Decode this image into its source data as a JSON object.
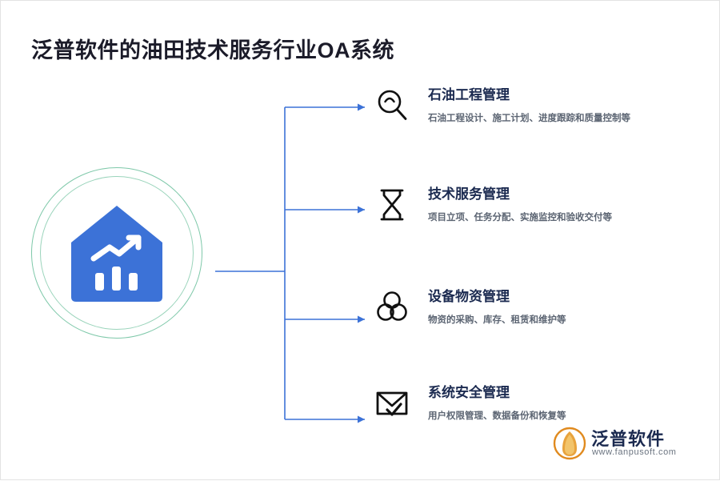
{
  "page": {
    "title": "泛普软件的油田技术服务行业OA系统",
    "accent_blue": "#3c72d7",
    "ring_green": "#7ec8a9",
    "heading_color": "#1b2a50",
    "desc_color": "#5b6472"
  },
  "center": {
    "icon_name": "house-chart-icon",
    "ring_outer_name": "outer-ring",
    "ring_inner_name": "inner-ring"
  },
  "items": [
    {
      "icon": "magnifier-icon",
      "heading": "石油工程管理",
      "desc": "石油工程设计、施工计划、进度跟踪和质量控制等"
    },
    {
      "icon": "hourglass-icon",
      "heading": "技术服务管理",
      "desc": "项目立项、任务分配、实施监控和验收交付等"
    },
    {
      "icon": "three-circles-icon",
      "heading": "设备物资管理",
      "desc": "物资的采购、库存、租赁和维护等"
    },
    {
      "icon": "mail-check-icon",
      "heading": "系统安全管理",
      "desc": "用户权限管理、数据备份和恢复等"
    }
  ],
  "brand": {
    "mark": "fanpu-logo-icon",
    "name": "泛普软件",
    "url": "www.fanpusoft.com"
  }
}
